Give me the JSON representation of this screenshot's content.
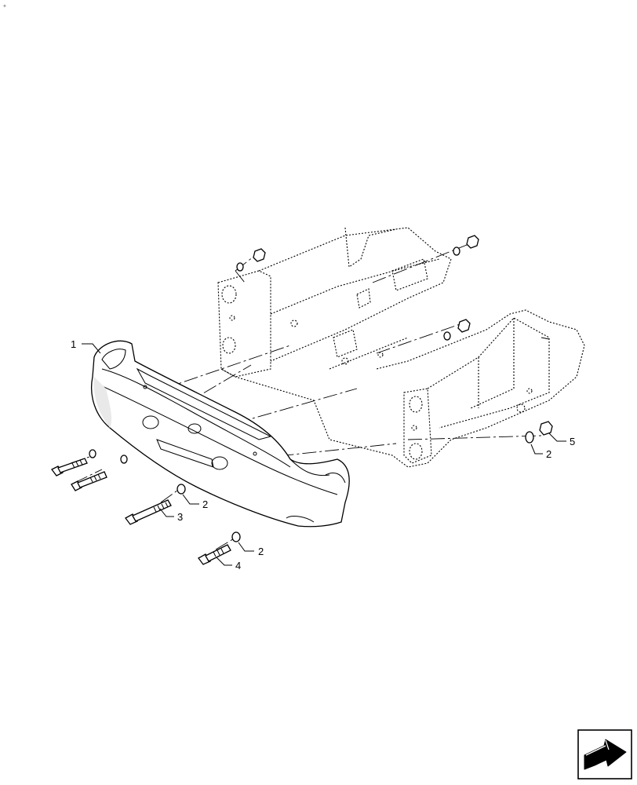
{
  "callouts": {
    "c1": "1",
    "c2a": "2",
    "c2b": "2",
    "c2c": "2",
    "c3": "3",
    "c4": "4",
    "c5": "5"
  },
  "icons": {
    "corner_mark": "sparkle-icon",
    "nav_arrow": "forward-arrow-icon"
  },
  "colors": {
    "ink": "#000000",
    "background": "#ffffff"
  }
}
